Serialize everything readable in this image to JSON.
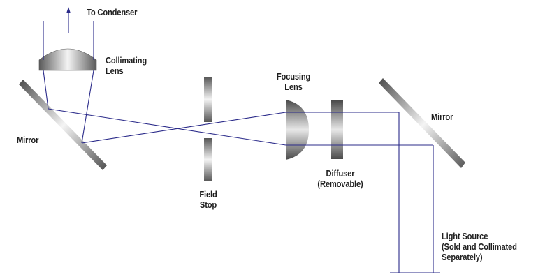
{
  "labels": {
    "to_condenser": "To Condenser",
    "collimating_lens": "Collimating\nLens",
    "focusing_lens": "Focusing\nLens",
    "mirror_left": "Mirror",
    "mirror_right": "Mirror",
    "field_stop": "Field\nStop",
    "diffuser": "Diffuser\n(Removable)",
    "light_source": "Light Source\n(Sold and Collimated\nSeparately)"
  },
  "colors": {
    "beam": "#2b2b8a",
    "component_dark": "#4a4a4a",
    "component_light": "#f2f2f2",
    "text": "#1f1f1f"
  }
}
